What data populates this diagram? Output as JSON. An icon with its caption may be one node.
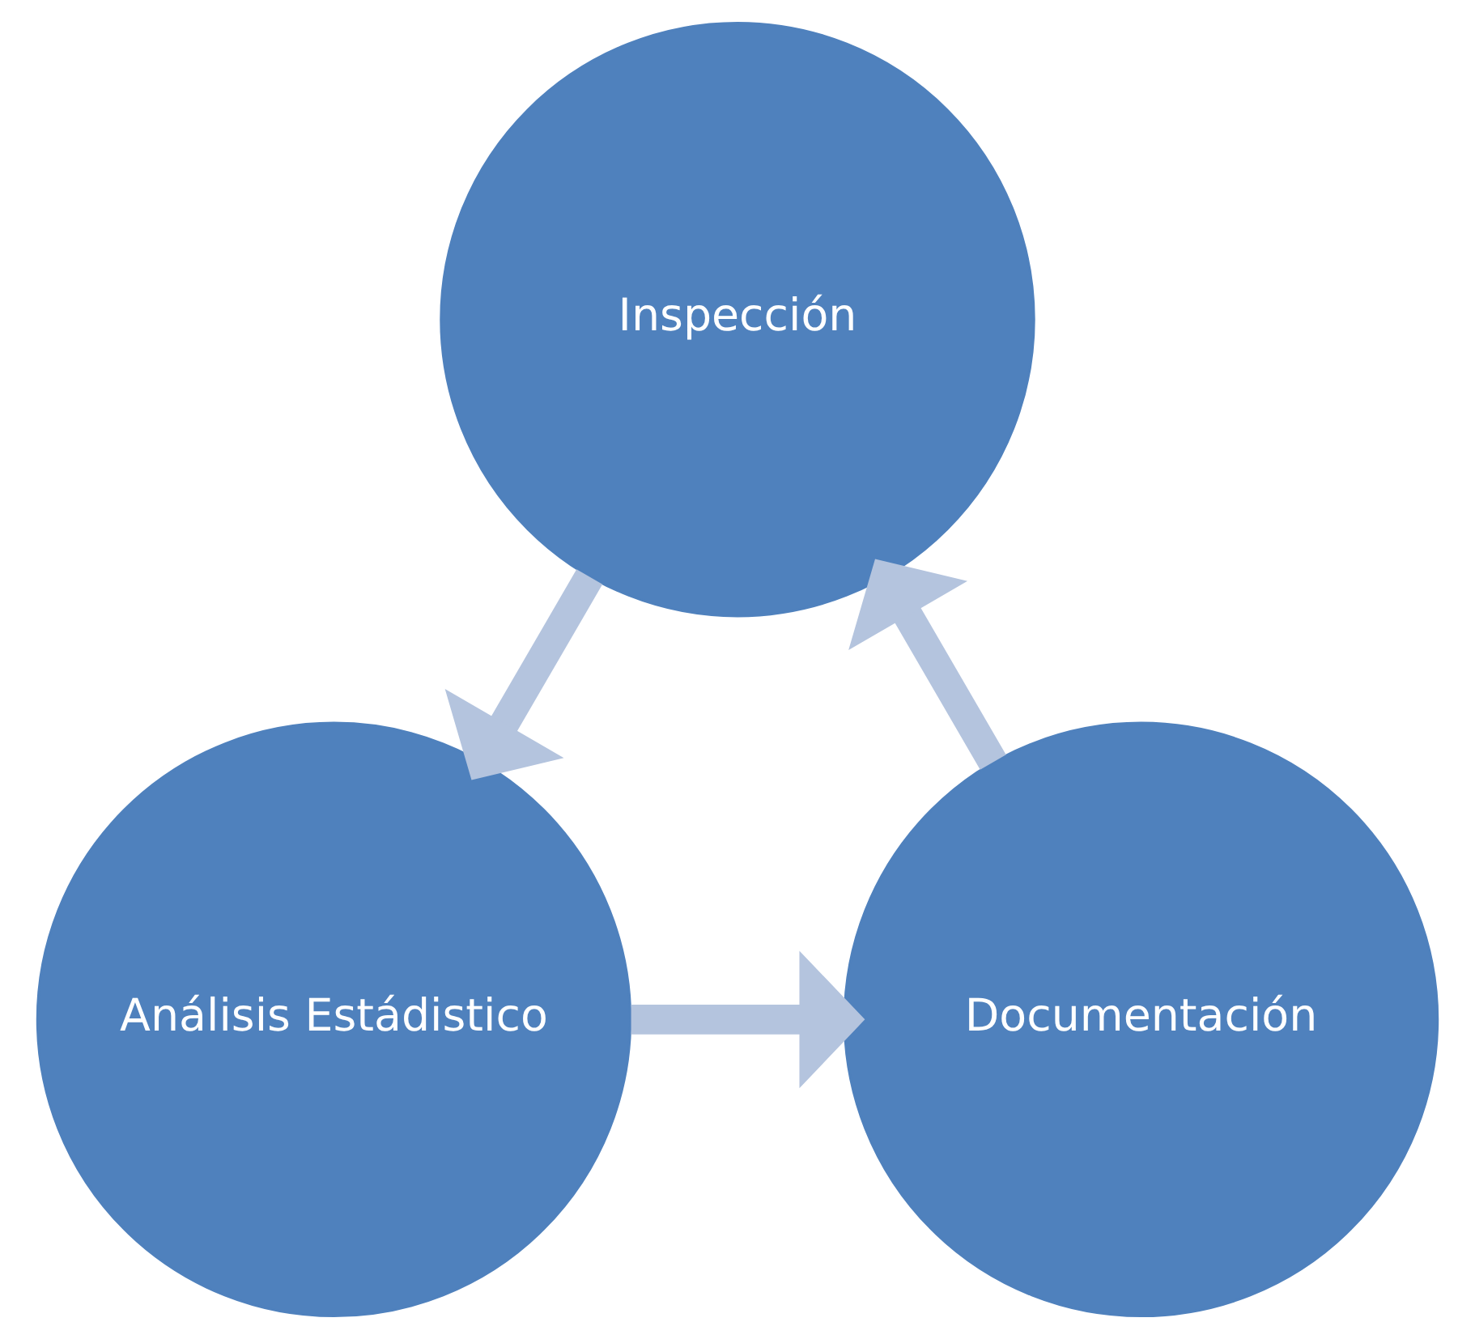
{
  "diagram": {
    "nodes": [
      {
        "text": [
          "Inspección"
        ]
      },
      {
        "text": [
          "Análisis Estádistico"
        ]
      },
      {
        "text": [
          "Documentación"
        ]
      }
    ],
    "edges": [
      {
        "from": 0,
        "to": 1,
        "arrow": "to"
      },
      {
        "from": 1,
        "to": 2,
        "arrow": "to"
      },
      {
        "from": 2,
        "to": 0,
        "arrow": "to"
      }
    ]
  }
}
